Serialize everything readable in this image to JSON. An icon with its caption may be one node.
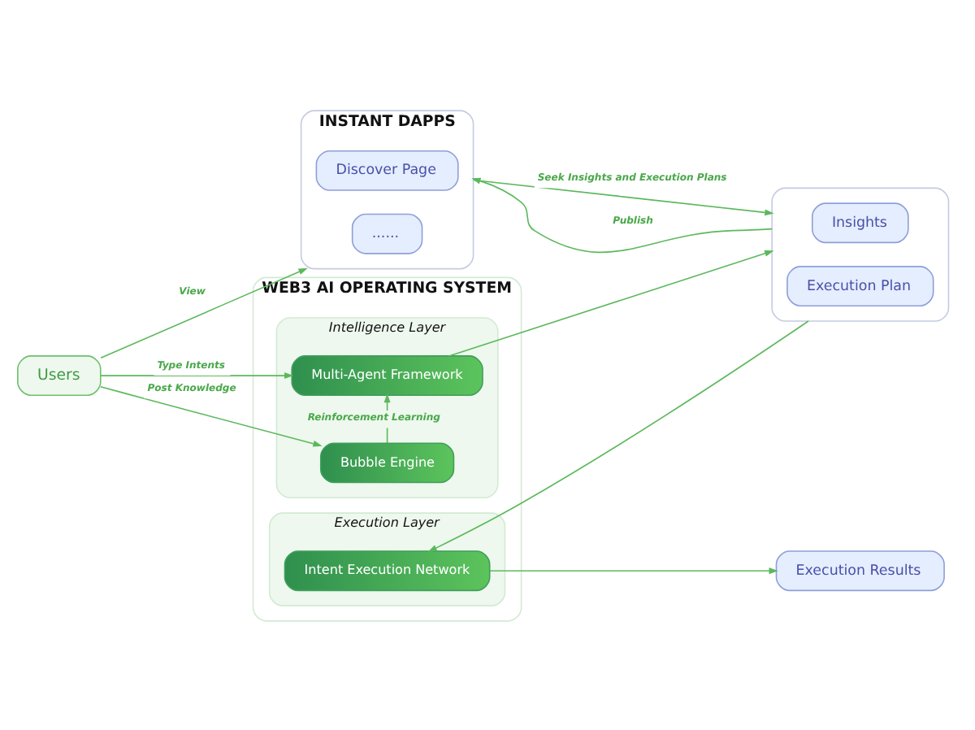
{
  "diagram": {
    "nodes": [
      {
        "text": [
          "INSTANT DAPPS"
        ]
      },
      {
        "text": [
          "Discover Page"
        ],
        "in": 0
      },
      {
        "text": [
          "......"
        ],
        "in": 0
      },
      {
        "text": [
          "WEB3 AI OPERATING SYSTEM"
        ]
      },
      {
        "text": [
          "Intelligence Layer"
        ],
        "in": 3
      },
      {
        "text": [
          "Multi-Agent Framework"
        ],
        "in": 4
      },
      {
        "text": [
          "Bubble Engine"
        ],
        "in": 4
      },
      {
        "text": [
          "Execution Layer"
        ],
        "in": 3
      },
      {
        "text": [
          "Intent Execution Network"
        ],
        "in": 7
      },
      {
        "text": [
          "Users"
        ]
      },
      {
        "text": [],
        "shape": "box"
      },
      {
        "text": [
          "Insights"
        ],
        "in": 10
      },
      {
        "text": [
          "Execution Plan"
        ],
        "in": 10
      },
      {
        "text": [
          "Execution Results"
        ]
      }
    ],
    "edges": [
      {
        "from": 9,
        "to": 0,
        "arrow": "to",
        "label": "View"
      },
      {
        "from": 0,
        "to": 10,
        "arrow": "to",
        "label": "Seek Insights and Execution Plans"
      },
      {
        "from": 10,
        "to": 0,
        "arrow": "to",
        "label": "Publish"
      },
      {
        "from": 9,
        "to": 5,
        "arrow": "to",
        "label": "Type Intents"
      },
      {
        "from": 9,
        "to": 6,
        "arrow": "to",
        "label": "Post Knowledge"
      },
      {
        "from": 6,
        "to": 5,
        "arrow": "to",
        "label": "Reinforcement Learning"
      },
      {
        "from": 5,
        "to": 10,
        "arrow": "to"
      },
      {
        "from": 10,
        "to": 8,
        "arrow": "to"
      },
      {
        "from": 8,
        "to": 13,
        "arrow": "to"
      }
    ]
  }
}
